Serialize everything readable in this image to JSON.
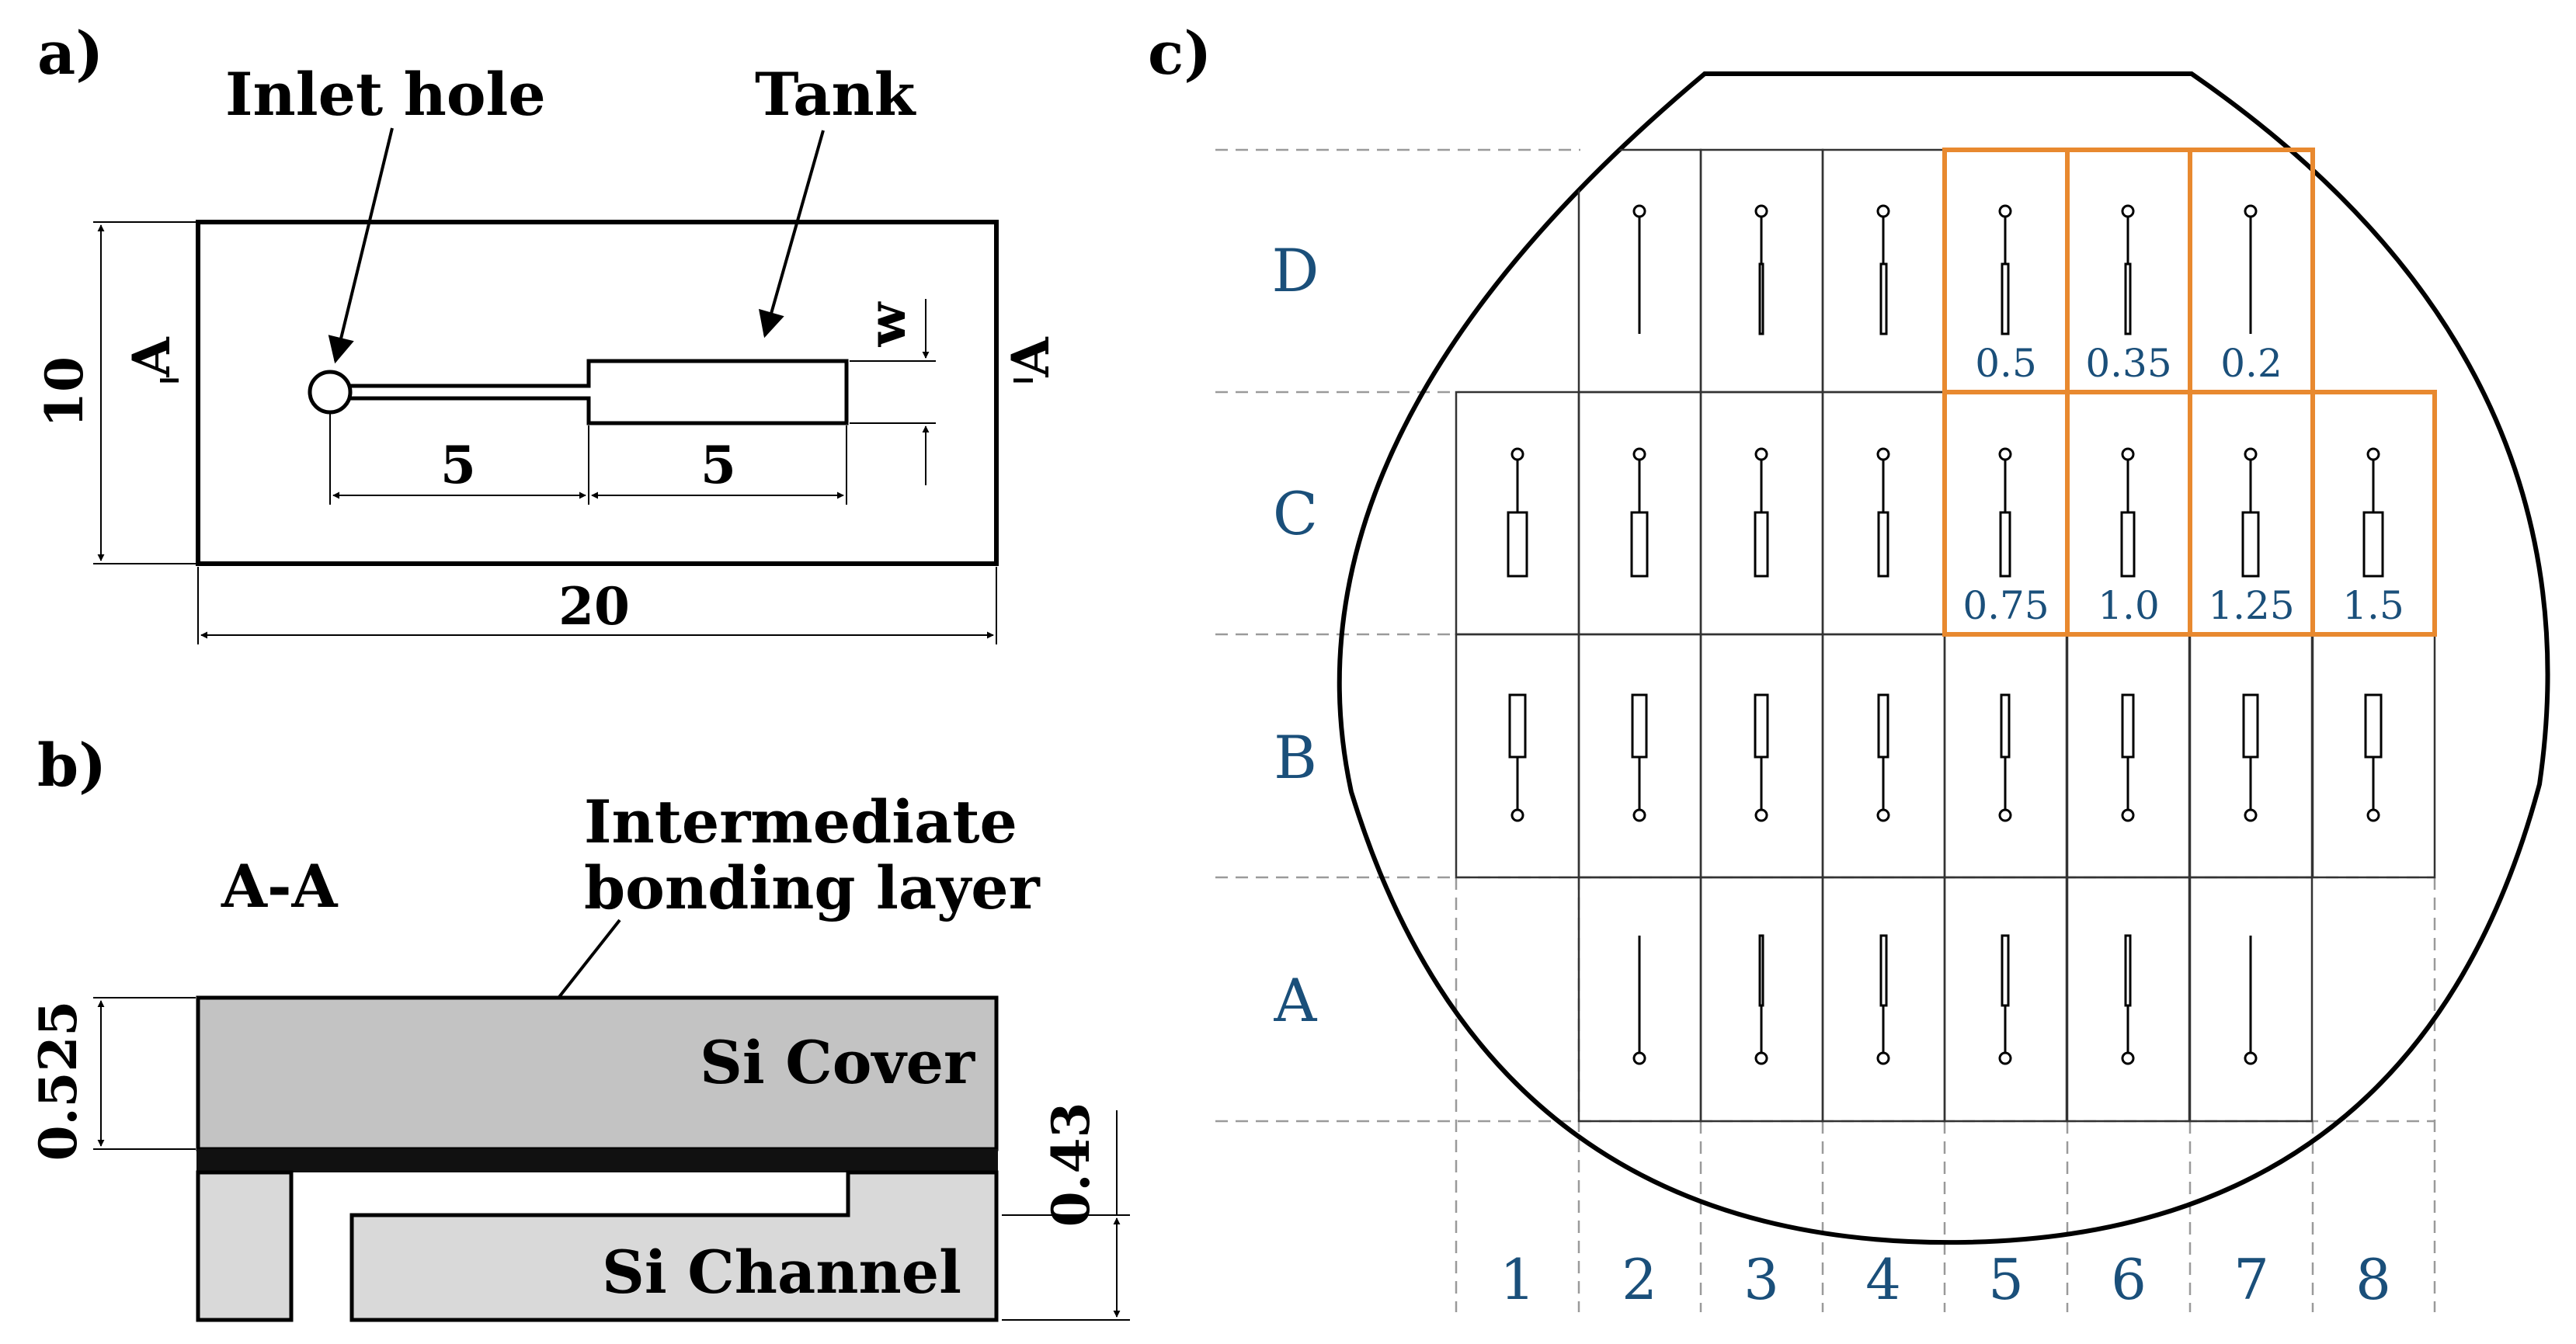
{
  "panel_a": {
    "label": "a)",
    "inlet_label": "Inlet hole",
    "tank_label": "Tank",
    "width_dim": "10",
    "length_dim": "20",
    "channel_len": "5",
    "tank_len": "5",
    "w_label": "w",
    "section_mark": "A"
  },
  "panel_b": {
    "label": "b)",
    "section_label": "A-A",
    "layer_line1": "Intermediate",
    "layer_line2": "bonding layer",
    "cover_label": "Si Cover",
    "channel_label": "Si Channel",
    "cover_thickness": "0.525",
    "channel_thickness": "0.43"
  },
  "panel_c": {
    "label": "c)",
    "rows": [
      "D",
      "C",
      "B",
      "A"
    ],
    "columns": [
      "1",
      "2",
      "3",
      "4",
      "5",
      "6",
      "7",
      "8"
    ],
    "highlight_color": "#e8892f",
    "label_color": "#1a4f7a",
    "values_D": [
      "0.5",
      "0.35",
      "0.2"
    ],
    "values_C": [
      "0.75",
      "1.0",
      "1.25",
      "1.5"
    ]
  }
}
